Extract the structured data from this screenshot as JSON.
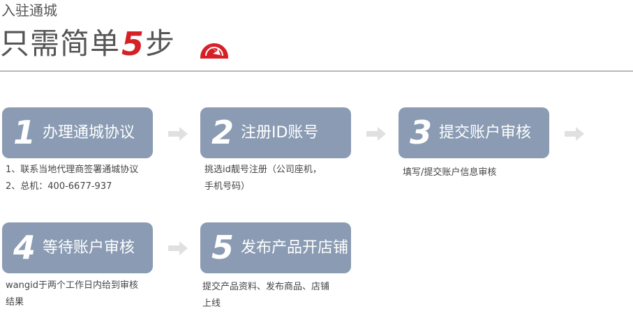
{
  "header": {
    "subtitle": "入驻通城",
    "title_part1": "只需简单",
    "title_number": "5",
    "title_part2": "步",
    "badge_icon": "arrow-down-right-icon",
    "accent_color": "#d62027"
  },
  "steps": [
    {
      "number": "1",
      "title": "办理通城协议",
      "desc_lines": [
        "1、联系当地代理商签署通城协议",
        "2、总机：400-6677-937"
      ]
    },
    {
      "number": "2",
      "title": "注册ID账号",
      "desc_lines": [
        "挑选id靓号注册（公司座机，",
        "手机号码）"
      ]
    },
    {
      "number": "3",
      "title": "提交账户审核",
      "desc_lines": [
        "填写/提交账户信息审核"
      ]
    },
    {
      "number": "4",
      "title": "等待账户审核",
      "desc_lines": [
        "wangid于两个工作日内给到审核",
        "结果"
      ]
    },
    {
      "number": "5",
      "title": "发布产品开店铺",
      "desc_lines": [
        "提交产品资料、发布商品、店铺",
        "上线"
      ]
    }
  ],
  "colors": {
    "step_background": "#8a9bb3",
    "arrow": "#e0e0e0"
  }
}
